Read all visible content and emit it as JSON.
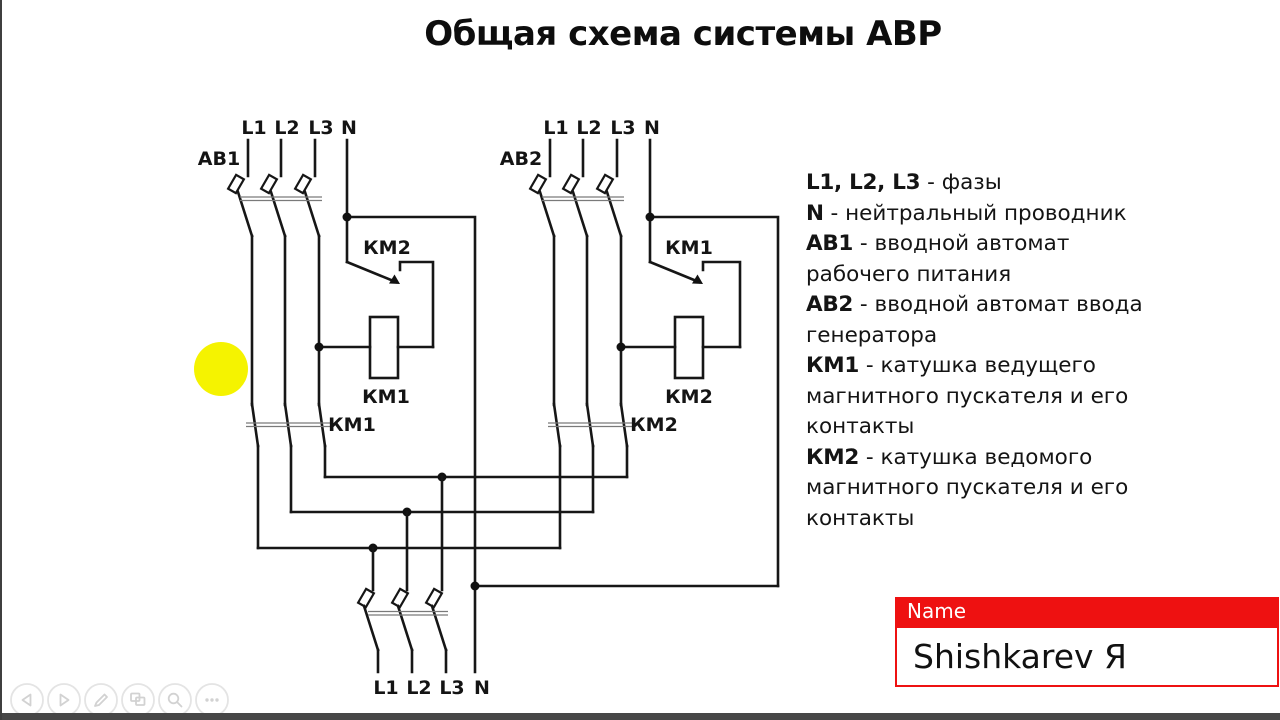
{
  "title": "Общая схема системы АВР",
  "diagram": {
    "left": {
      "breaker": "АВ1",
      "phases": [
        "L1",
        "L2",
        "L3",
        "N"
      ],
      "nc_contact": "КМ2",
      "coil": "КМ1",
      "contacts": "КМ1"
    },
    "right": {
      "breaker": "АВ2",
      "phases": [
        "L1",
        "L2",
        "L3",
        "N"
      ],
      "nc_contact": "КМ1",
      "coil": "КМ2",
      "contacts": "КМ2"
    },
    "output_phases": [
      "L1",
      "L2",
      "L3",
      "N"
    ],
    "wire_color": "#161616",
    "highlight_color": "#f5f300"
  },
  "legend": {
    "lines": [
      {
        "term": "L1, L2, L3",
        "rest": " - фазы"
      },
      {
        "term": "N",
        "rest": " - нейтральный проводник"
      },
      {
        "term": "АВ1",
        "rest": " - вводной автомат"
      },
      {
        "term": "",
        "rest": "рабочего питания"
      },
      {
        "term": "АВ2",
        "rest": " - вводной автомат ввода"
      },
      {
        "term": "",
        "rest": "генератора"
      },
      {
        "term": "КМ1",
        "rest": " - катушка ведущего"
      },
      {
        "term": "",
        "rest": "магнитного пускателя и его"
      },
      {
        "term": "",
        "rest": "контакты"
      },
      {
        "term": "КМ2",
        "rest": " - катушка ведомого"
      },
      {
        "term": "",
        "rest": "магнитного пускателя и его"
      },
      {
        "term": "",
        "rest": "контакты"
      }
    ]
  },
  "name_box": {
    "header": "Name",
    "value": "Shishkarev Я",
    "accent_color": "#ee1111"
  },
  "toolbar": {
    "icons": [
      "previous",
      "next",
      "draw",
      "slides",
      "search",
      "more"
    ]
  }
}
